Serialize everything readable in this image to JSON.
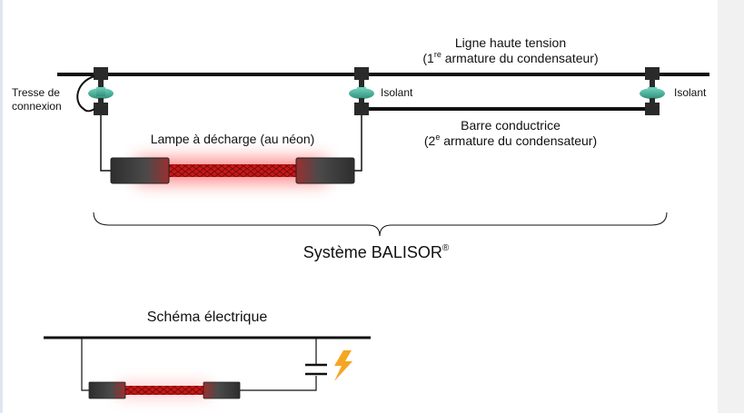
{
  "top_line": {
    "label_1": "Ligne haute tension",
    "label_2_pre": "(1",
    "label_2_sup": "re",
    "label_2_post": " armature du condensateur)"
  },
  "bar": {
    "label_1": "Barre conductrice",
    "label_2_pre": "(2",
    "label_2_sup": "e",
    "label_2_post": " armature du condensateur)"
  },
  "tresse": {
    "line_1": "Tresse de",
    "line_2": "connexion"
  },
  "isolant_1": "Isolant",
  "isolant_2": "Isolant",
  "lamp_label": "Lampe à décharge (au néon)",
  "system": {
    "label": "Système BALISOR",
    "mark": "®"
  },
  "schema_title": "Schéma électrique",
  "colors": {
    "line": "#111111",
    "insulator": "#3aa58f",
    "neon": "#d81c1c",
    "glow": "#ff5a5a",
    "electrode": "#3b3b3b",
    "lightning": "#f5a623"
  }
}
